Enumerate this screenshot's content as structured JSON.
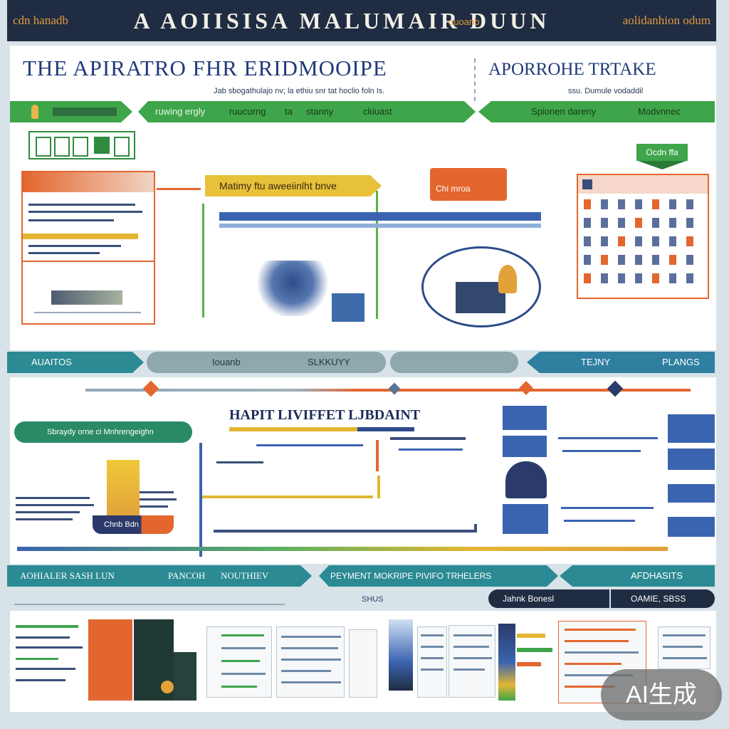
{
  "header": {
    "left_text": "cdn hanadb",
    "title": "A AOIISISA MALUMAIR DUUN",
    "title_b": "ouoanb",
    "right_text": "aolidanhion odum"
  },
  "section1": {
    "title_left": "THE APIRATRO FHR ERIDMOOIPE",
    "title_right": "APORROHE TRTAKE",
    "subtitle_left": "Jab sbogathulajo nv; la ethiu snr tat hoclio foln Is.",
    "subtitle_right": "ssu. Dumule vodaddil"
  },
  "banner_row1": {
    "left_label": "",
    "mid_items": [
      "ruwing ergly",
      "ruucurng",
      "ta",
      "stanny",
      "ckiuast"
    ],
    "right_items": [
      "Spionen dareny",
      "Modvnnec"
    ]
  },
  "cards": {
    "card1_header": "",
    "card2_header": "Matimy ftu aweeiinlht bnve",
    "tag_top_right": "Ocdn ffa",
    "card_orange_tag": "Chi mroa"
  },
  "banner_row2": {
    "items": [
      "AUAITOS",
      "Iouanb",
      "SLKKUYY",
      "TEJNY",
      "PLANGS"
    ]
  },
  "section2": {
    "title": "HAPIT LIVIFFET LJBDAINT",
    "left_pill": "Sbraydy  orne  ci Mnhrengeighn",
    "card_label": "Chnb  Bdn"
  },
  "banner_row3": {
    "items": [
      "AOHIALER SASH LUN",
      "PANCOH",
      "NOUTHIEV",
      "PEYMENT MOKRIPE PIVIFO TRHELERS",
      "AFDHASITS"
    ],
    "sub_tags": [
      "Jahnk Bonesl",
      "OAMIE, SBSS"
    ],
    "note": "SHUS"
  },
  "badge": "AI生成",
  "colors": {
    "navy": "#1f2c42",
    "green": "#3ea54a",
    "teal": "#2b8a93",
    "orange": "#e3662f",
    "blue": "#3a6fb0",
    "yellow": "#e2b633"
  }
}
